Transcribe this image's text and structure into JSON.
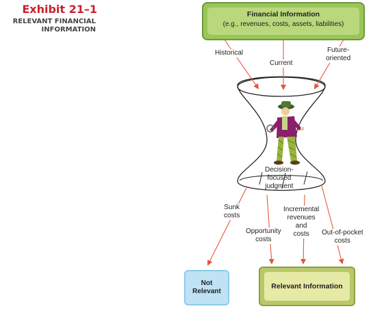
{
  "exhibit": {
    "number": "Exhibit 21–1",
    "title_line1": "RELEVANT FINANCIAL",
    "title_line2": "INFORMATION"
  },
  "top_box": {
    "title": "Financial Information",
    "subtitle": "(e.g., revenues, costs, assets, liabilities)"
  },
  "input_labels": {
    "historical": "Historical",
    "current": "Current",
    "future_line1": "Future-",
    "future_line2": "oriented"
  },
  "funnel_labels": {
    "line1": "Decision-",
    "line2": "focused",
    "line3": "judgment"
  },
  "output_labels": {
    "sunk_line1": "Sunk",
    "sunk_line2": "costs",
    "opportunity_line1": "Opportunity",
    "opportunity_line2": "costs",
    "incremental_line1": "Incremental",
    "incremental_line2": "revenues",
    "incremental_line3": "and",
    "incremental_line4": "costs",
    "oop_line1": "Out-of-pocket",
    "oop_line2": "costs"
  },
  "not_relevant_box": {
    "line1": "Not",
    "line2": "Relevant"
  },
  "relevant_box": {
    "label": "Relevant Information"
  },
  "colors": {
    "arrow": "#e8553c",
    "green_box": "#b9d87c",
    "blue_box": "#bfe3f5",
    "olive_box": "#e7e9a6",
    "title_red": "#c8202f"
  }
}
